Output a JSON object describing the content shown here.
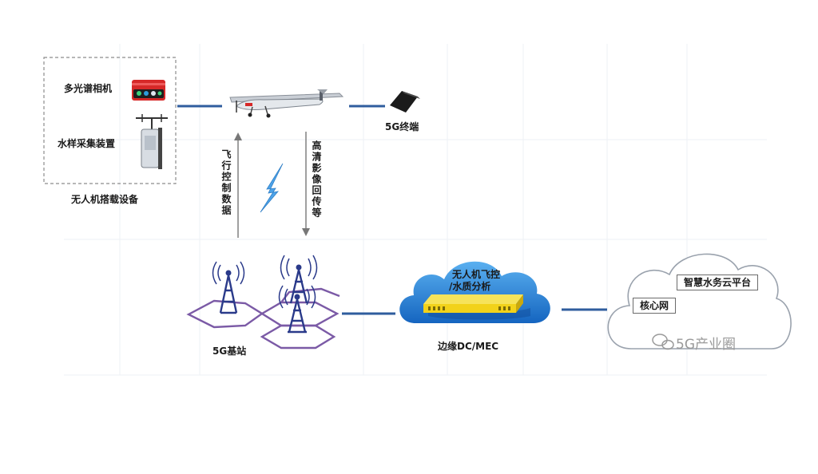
{
  "equipment": {
    "group_label": "无人机搭载设备",
    "camera_label": "多光谱相机",
    "sampler_label": "水样采集装置"
  },
  "terminal": {
    "label": "5G终端"
  },
  "links": {
    "uplink_label": "飞行控制数据",
    "downlink_label": "高清影像回传等"
  },
  "base_station": {
    "label": "5G基站"
  },
  "edge": {
    "label": "边缘DC/MEC",
    "function_line1": "无人机飞控",
    "function_line2": "/水质分析"
  },
  "cloud": {
    "platform_label": "智慧水务云平台",
    "core_label": "核心网"
  },
  "watermark": {
    "text": "5G产业圈"
  },
  "colors": {
    "link_line": "#2f5d9e",
    "tower": "#2a3a8a",
    "hex": "#7b5aa6",
    "edge_cloud_dark": "#1565c0",
    "edge_cloud_light": "#5ab0f0",
    "server": "#f2d21a",
    "camera_red": "#d62828"
  },
  "icons": [
    "drone-icon",
    "multispectral-camera-icon",
    "water-sampler-icon",
    "5g-terminal-icon",
    "lightning-icon",
    "tower-icon",
    "edge-cloud-icon",
    "server-icon",
    "outline-cloud-icon",
    "wechat-icon"
  ]
}
